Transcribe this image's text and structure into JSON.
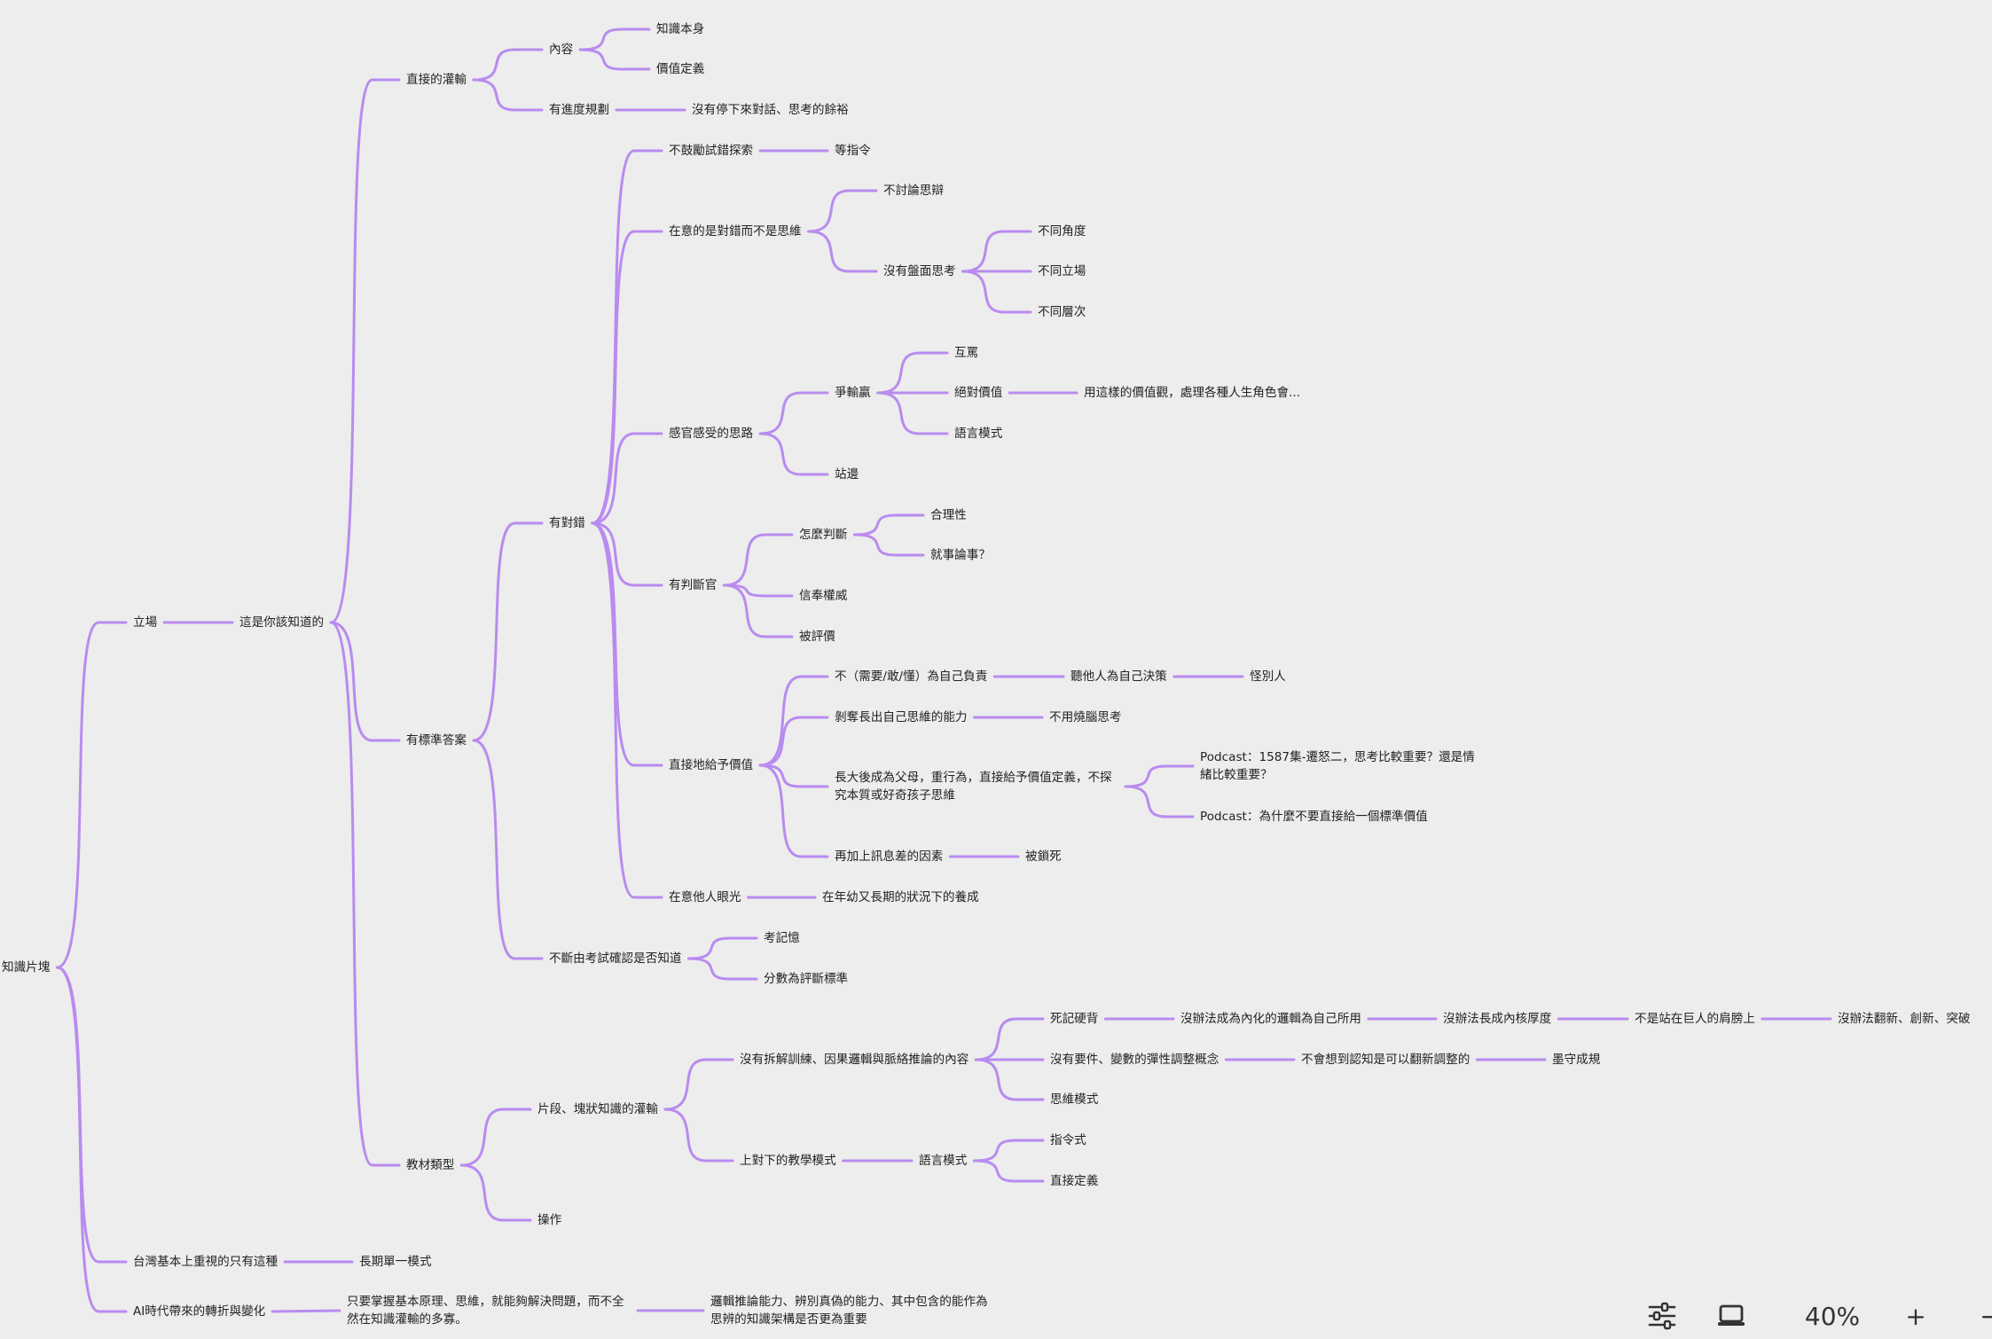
{
  "mindmap": {
    "root": "知識片塊",
    "nodes": {
      "n1": "立場",
      "n2": "這是你該知道的",
      "n3": "直接的灌輸",
      "n4": "內容",
      "n5": "知識本身",
      "n6": "價值定義",
      "n7": "有進度規劃",
      "n8": "沒有停下來對話、思考的餘裕",
      "n9": "有標準答案",
      "n10": "有對錯",
      "n11": "不鼓勵試錯探索",
      "n12": "等指令",
      "n13": "在意的是對錯而不是思維",
      "n14": "不討論思辯",
      "n15": "沒有盤面思考",
      "n16": "不同角度",
      "n17": "不同立場",
      "n18": "不同層次",
      "n19": "感官感受的思路",
      "n20": "爭輸贏",
      "n21": "互罵",
      "n22": "絕對價值",
      "n23": "用這樣的價值觀，處理各種人生角色會...",
      "n24": "語言模式",
      "n25": "站邊",
      "n26": "有判斷官",
      "n27": "怎麼判斷",
      "n28": "合理性",
      "n29": "就事論事？",
      "n30": "信奉權威",
      "n31": "被評價",
      "n32": "直接地給予價值",
      "n33": "不（需要/敢/懂）為自己負責",
      "n34": "聽他人為自己決策",
      "n35": "怪別人",
      "n36": "剝奪長出自己思維的能力",
      "n37": "不用燒腦思考",
      "n38": "長大後成為父母，重行為，直接給予價值定義，不探究本質或好奇孩子思維",
      "n39": "Podcast：1587集-遷怒二，思考比較重要？還是情緒比較重要？",
      "n40": "Podcast：為什麼不要直接給一個標準價值",
      "n41": "再加上訊息差的因素",
      "n42": "被鎖死",
      "n43": "在意他人眼光",
      "n44": "在年幼又長期的狀況下的養成",
      "n45": "不斷由考試確認是否知道",
      "n46": "考記憶",
      "n47": "分數為評斷標準",
      "n48": "教材類型",
      "n49": "片段、塊狀知識的灌輸",
      "n50": "沒有拆解訓練、因果邏輯與脈絡推論的內容",
      "n51": "死記硬背",
      "n52": "沒辦法成為內化的邏輯為自己所用",
      "n53": "沒辦法長成內核厚度",
      "n54": "不是站在巨人的肩膀上",
      "n55": "沒辦法翻新、創新、突破",
      "n56": "沒有要件、變數的彈性調整概念",
      "n57": "不會想到認知是可以翻新調整的",
      "n58": "墨守成規",
      "n59": "思維模式",
      "n60": "上對下的教學模式",
      "n61": "語言模式",
      "n62": "指令式",
      "n63": "直接定義",
      "n64": "操作",
      "n65": "台灣基本上重視的只有這種",
      "n66": "長期單一模式",
      "n67": "AI時代帶來的轉折與變化",
      "n68": "只要掌握基本原理、思維，就能夠解決問題，而不全然在知識灌輸的多寡。",
      "n69": "邏輯推論能力、辨別真偽的能力、其中包含的能作為思辨的知識架構是否更為重要"
    }
  },
  "toolbar": {
    "zoom_label": "40%",
    "settings_icon": "sliders-icon",
    "view_icon": "laptop-icon",
    "zoom_in_label": "+",
    "zoom_out_label": "−"
  },
  "colors": {
    "background": "#ededed",
    "connector": "#b98bef",
    "text": "#222222"
  }
}
